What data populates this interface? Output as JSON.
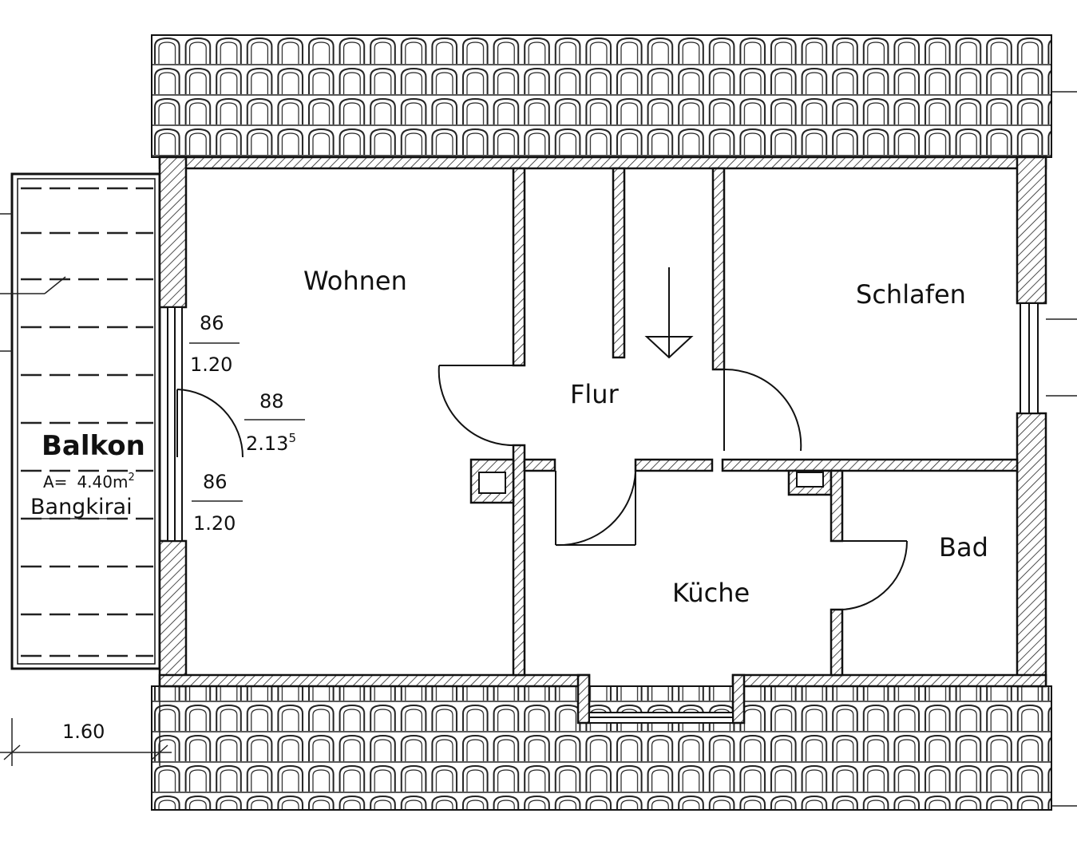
{
  "rooms": {
    "wohnen": "Wohnen",
    "schlafen": "Schlafen",
    "flur": "Flur",
    "kueche": "Küche",
    "bad": "Bad"
  },
  "balkon": {
    "title": "Balkon",
    "area_label": "A=",
    "area_value": "4.40m",
    "area_unit_exp": "2",
    "material": "Bangkirai"
  },
  "window_upper": {
    "width": "86",
    "height": "1.20"
  },
  "window_lower": {
    "width": "86",
    "height": "1.20"
  },
  "door_balcony": {
    "width": "88",
    "height": "2.13",
    "height_exp": "5"
  },
  "dimension_balcony": "1.60"
}
